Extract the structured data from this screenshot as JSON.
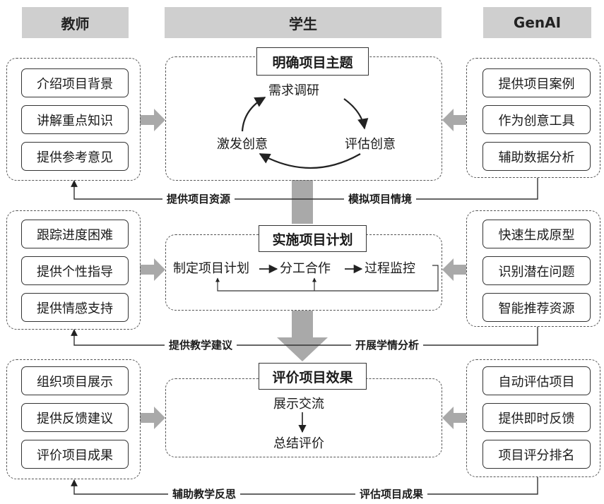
{
  "headers": {
    "teacher": "教师",
    "student": "学生",
    "genai": "GenAI"
  },
  "stages": [
    {
      "title": "明确项目主题",
      "teacher_items": [
        "介绍项目背景",
        "讲解重点知识",
        "提供参考意见"
      ],
      "genai_items": [
        "提供项目案例",
        "作为创意工具",
        "辅助数据分析"
      ],
      "cycle": [
        "需求调研",
        "评估创意",
        "激发创意"
      ],
      "feedback_left": "提供项目资源",
      "feedback_right": "模拟项目情境"
    },
    {
      "title": "实施项目计划",
      "teacher_items": [
        "跟踪进度困难",
        "提供个性指导",
        "提供情感支持"
      ],
      "genai_items": [
        "快速生成原型",
        "识别潜在问题",
        "智能推荐资源"
      ],
      "steps": [
        "制定项目计划",
        "分工合作",
        "过程监控"
      ],
      "feedback_left": "提供教学建议",
      "feedback_right": "开展学情分析"
    },
    {
      "title": "评价项目效果",
      "teacher_items": [
        "组织项目展示",
        "提供反馈建议",
        "评价项目成果"
      ],
      "genai_items": [
        "自动评估项目",
        "提供即时反馈",
        "项目评分排名"
      ],
      "steps": [
        "展示交流",
        "总结评价"
      ],
      "feedback_left": "辅助教学反思",
      "feedback_right": "评估项目成果"
    }
  ],
  "colors": {
    "header_bg": "#cfcfcf",
    "arrow_gray": "#a9a9a9",
    "line": "#333333"
  }
}
